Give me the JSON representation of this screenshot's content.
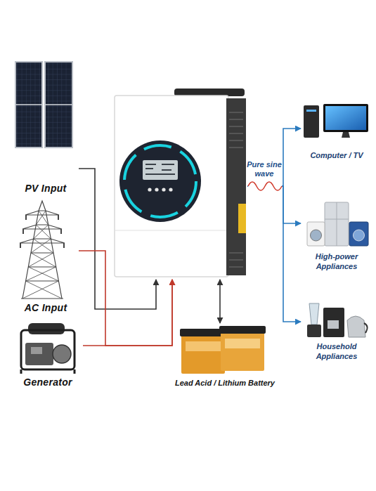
{
  "diagram": {
    "nodes": [
      {
        "text": [
          "PV Input"
        ]
      },
      {
        "text": [
          "AC Input"
        ]
      },
      {
        "text": [
          "Generator"
        ]
      },
      {
        "text": []
      },
      {
        "text": [
          "Lead Acid / Lithium Battery"
        ]
      },
      {
        "text": [
          "Computer / TV"
        ]
      },
      {
        "text": [
          "High-power Appliances"
        ]
      },
      {
        "text": [
          "Household Appliances"
        ]
      }
    ],
    "edges": [
      {
        "from": 0,
        "to": 3,
        "arrow": "to"
      },
      {
        "from": 1,
        "to": 3,
        "arrow": "to"
      },
      {
        "from": 2,
        "to": 3,
        "arrow": "to"
      },
      {
        "from": 3,
        "to": 4,
        "arrow": "both"
      },
      {
        "from": 3,
        "to": 5,
        "label": "Pure sine wave",
        "arrow": "to"
      },
      {
        "from": 3,
        "to": 6,
        "arrow": "to"
      },
      {
        "from": 3,
        "to": 7,
        "arrow": "to"
      }
    ]
  }
}
